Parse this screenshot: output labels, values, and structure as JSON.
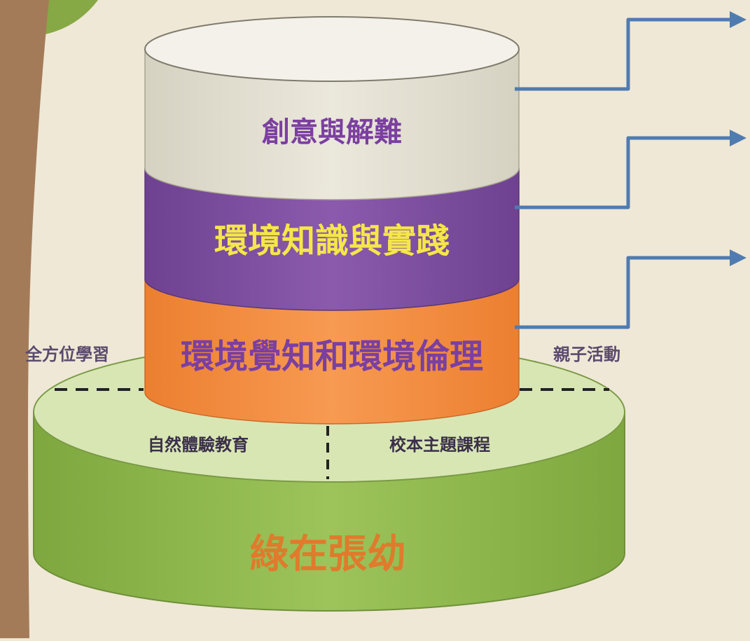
{
  "layers": {
    "top": {
      "label": "創意與解難"
    },
    "middle": {
      "label": "環境知識與實踐"
    },
    "bottom": {
      "label": "環境覺知和環境倫理"
    }
  },
  "base": {
    "title": "綠在張幼",
    "left_outer": "全方位學習",
    "right_outer": "親子活動",
    "left_inner": "自然體驗教育",
    "right_inner": "校本主題課程"
  },
  "colors": {
    "background": "#efe8d6",
    "trunk": "#a47b59",
    "leaf": "#86a845",
    "top_layer": "#e4e0d2",
    "middle_layer": "#7e4e9f",
    "bottom_layer": "#f08a3e",
    "base_top": "#d8e6b4",
    "base_side": "#8db94c",
    "arrow": "#4f7bb0"
  }
}
